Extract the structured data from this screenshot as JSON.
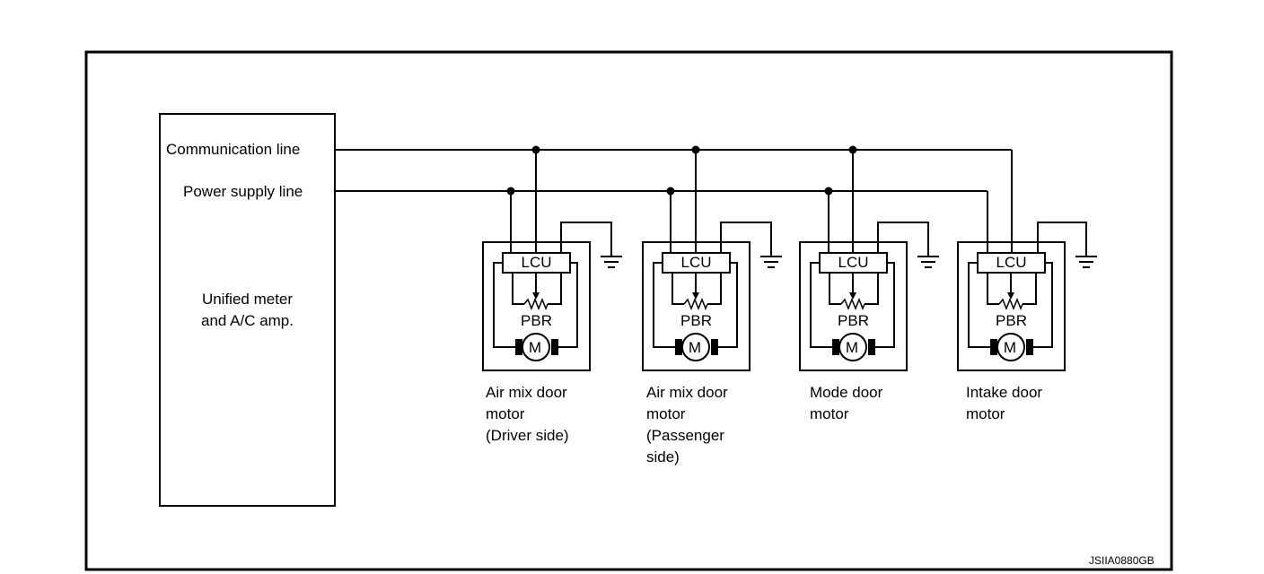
{
  "controller": {
    "label": "Unified meter\nand A/C amp.",
    "communication_line_label": "Communication line",
    "power_supply_line_label": "Power supply line"
  },
  "motors": [
    {
      "caption": "Air mix door\nmotor\n(Driver side)",
      "lcu_label": "LCU",
      "pbr_label": "PBR",
      "motor_symbol": "M"
    },
    {
      "caption": "Air mix door\nmotor\n(Passenger\nside)",
      "lcu_label": "LCU",
      "pbr_label": "PBR",
      "motor_symbol": "M"
    },
    {
      "caption": "Mode door\nmotor",
      "lcu_label": "LCU",
      "pbr_label": "PBR",
      "motor_symbol": "M"
    },
    {
      "caption": "Intake door\nmotor",
      "lcu_label": "LCU",
      "pbr_label": "PBR",
      "motor_symbol": "M"
    }
  ],
  "figure_code": "JSIIA0880GB"
}
